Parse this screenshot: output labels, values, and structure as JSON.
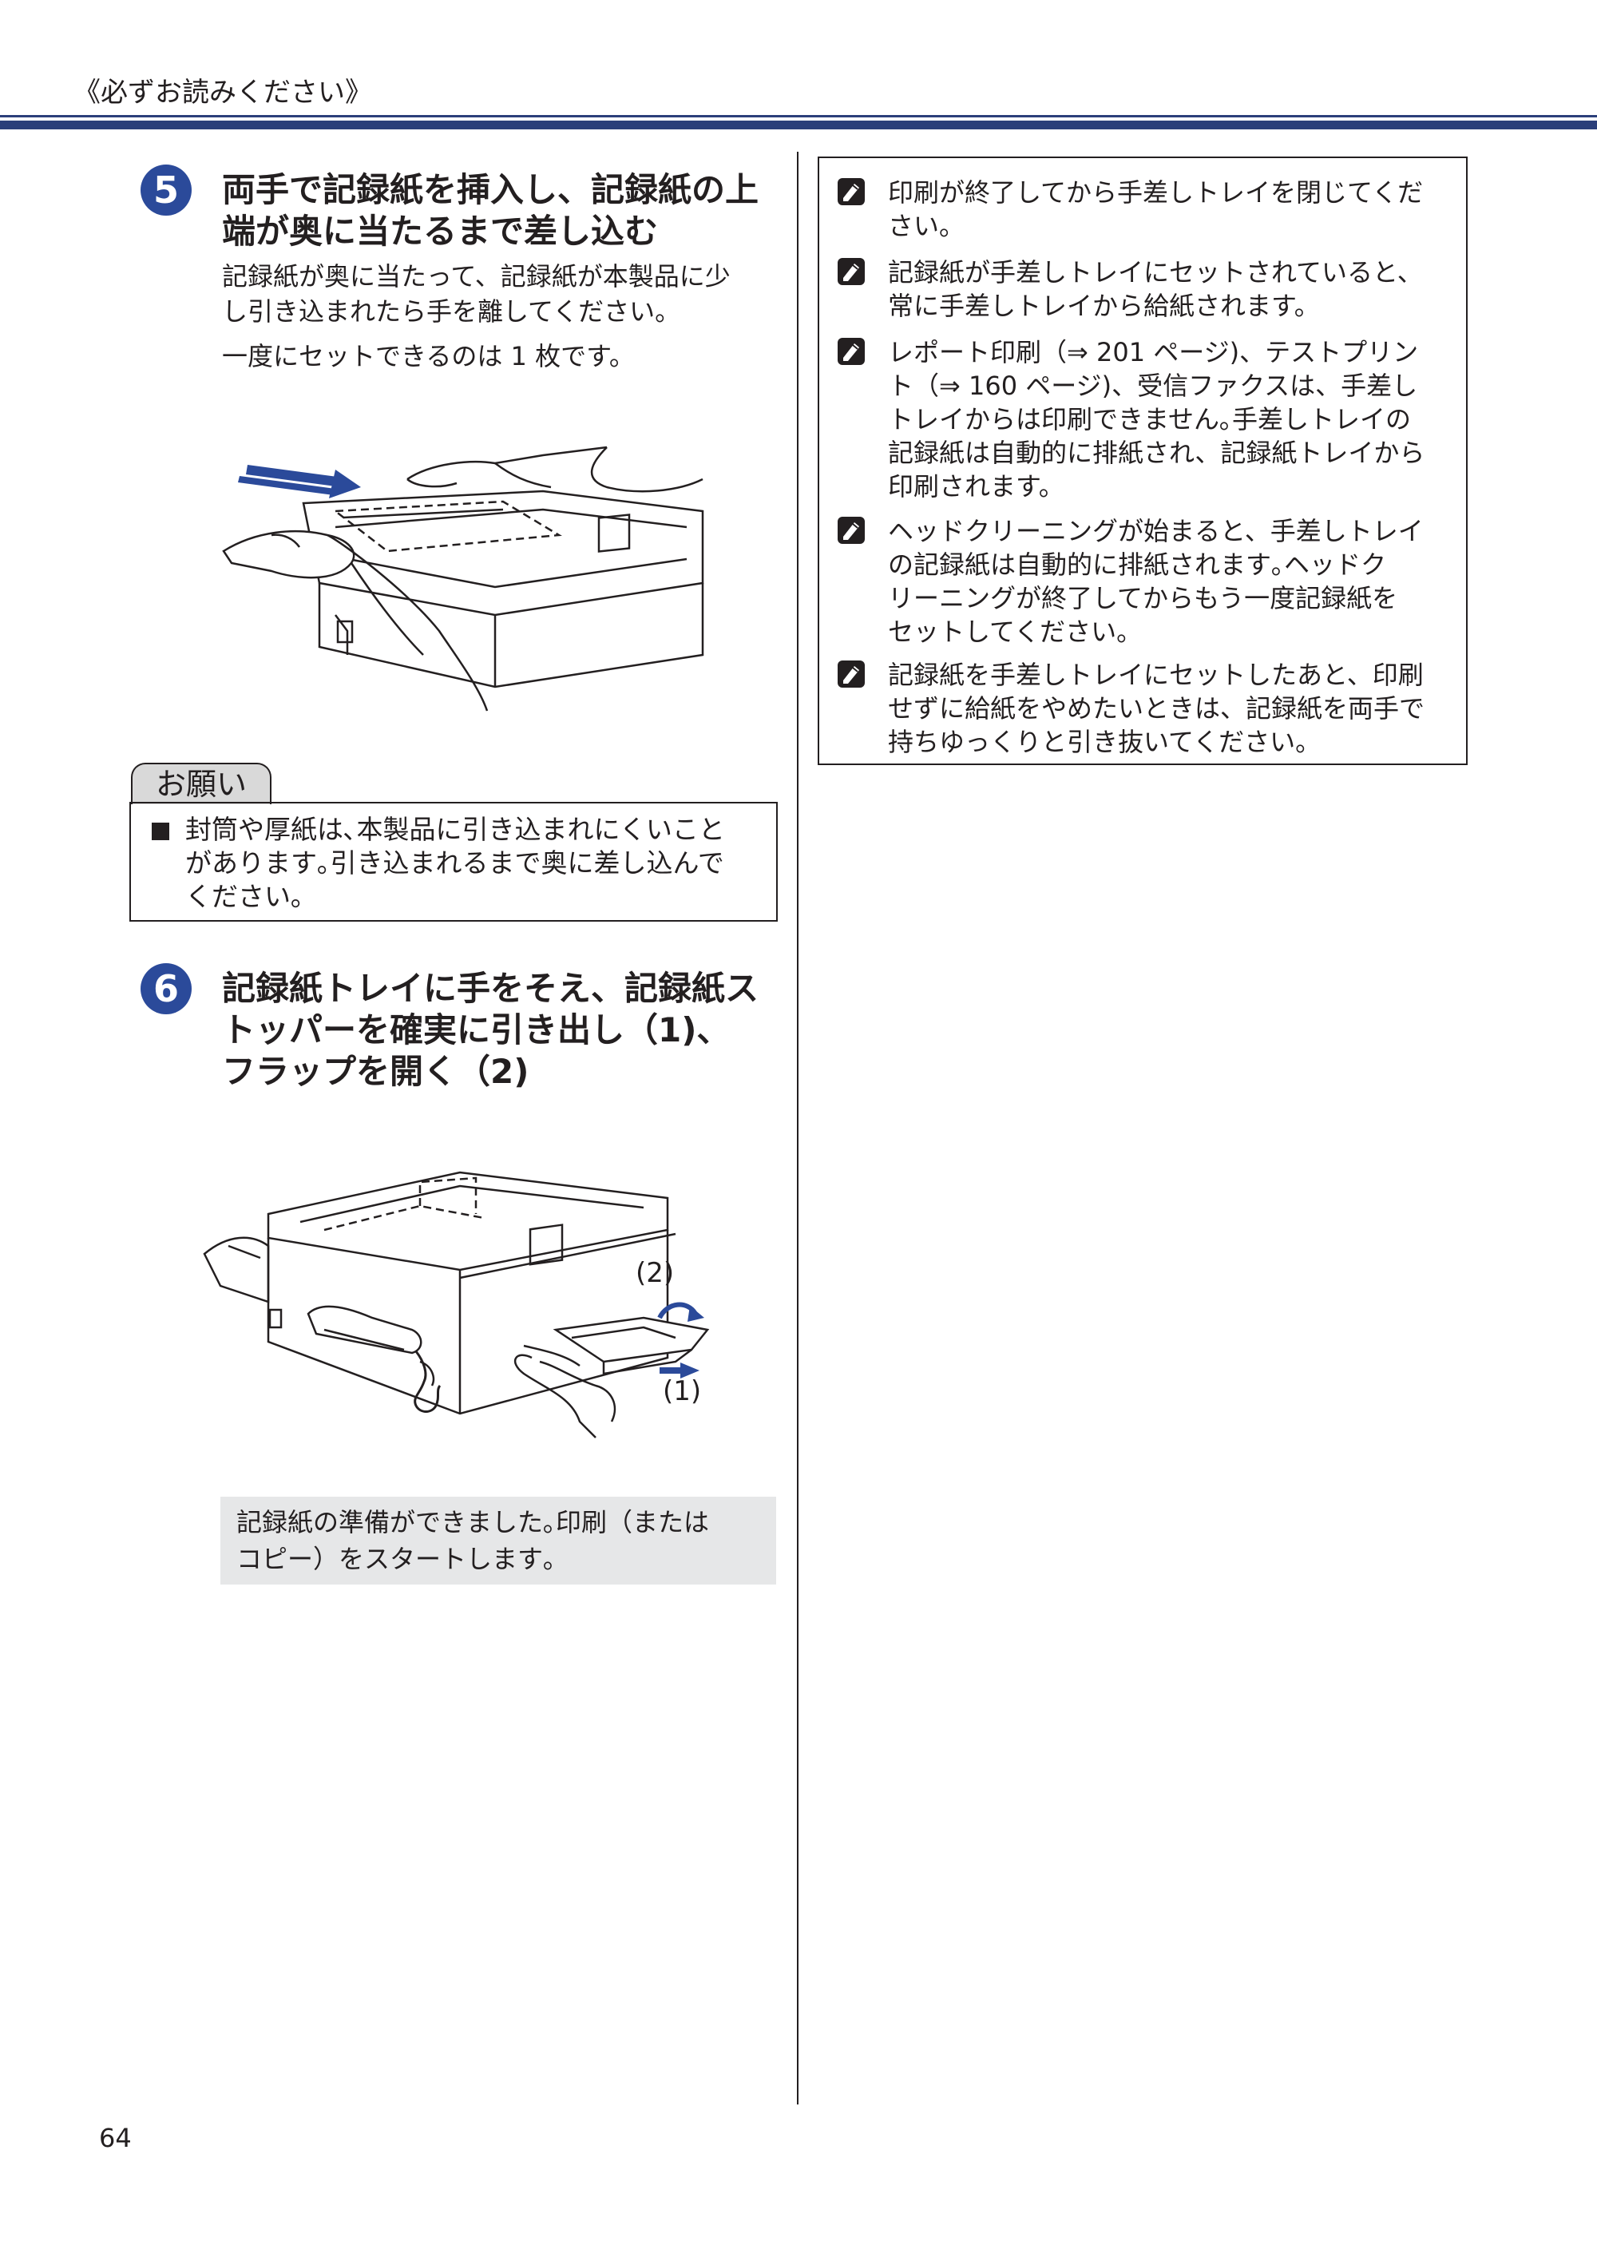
{
  "header": {
    "title": "《必ずお読みください》"
  },
  "step5": {
    "number": "5",
    "title_line1": "両手で記録紙を挿入し、記録紙の上",
    "title_line2": "端が奥に当たるまで差し込む",
    "desc_line1": "記録紙が奥に当たって、記録紙が本製品に少",
    "desc_line2": "し引き込まれたら手を離してください。",
    "desc_line3": "一度にセットできるのは 1 枚です。"
  },
  "onegai": {
    "label": "お願い",
    "text_line1": "封筒や厚紙は､本製品に引き込まれにくいこと",
    "text_line2": "があります｡引き込まれるまで奥に差し込んで",
    "text_line3": "ください｡"
  },
  "step6": {
    "number": "6",
    "title_line1": "記録紙トレイに手をそえ、記録紙ス",
    "title_line2": "トッパーを確実に引き出し（1)、",
    "title_line3": "フラップを開く（2)",
    "callout_2": "(2)",
    "callout_1": "(1)"
  },
  "finish": {
    "line1": "記録紙の準備ができました｡印刷（または",
    "line2": "コピー）をスタートします｡"
  },
  "notes": [
    {
      "lines": [
        "印刷が終了してから手差しトレイを閉じてくだ",
        "さい。"
      ]
    },
    {
      "lines": [
        "記録紙が手差しトレイにセットされていると、",
        "常に手差しトレイから給紙されます。"
      ]
    },
    {
      "lines": [
        "レポート印刷（⇒ 201 ページ)、テストプリン",
        "ト（⇒ 160 ページ)、受信ファクスは、手差し",
        "トレイからは印刷できません｡手差しトレイの",
        "記録紙は自動的に排紙され、記録紙トレイから",
        "印刷されます。"
      ]
    },
    {
      "lines": [
        "ヘッドクリーニングが始まると、手差しトレイ",
        "の記録紙は自動的に排紙されます｡ヘッドク",
        "リーニングが終了してからもう一度記録紙を",
        "セットしてください。"
      ]
    },
    {
      "lines": [
        "記録紙を手差しトレイにセットしたあと、印刷",
        "せずに給紙をやめたいときは、記録紙を両手で",
        "持ちゆっくりと引き抜いてください。"
      ]
    }
  ],
  "footer": {
    "page_number": "64"
  },
  "colors": {
    "accent": "#2b4a9a",
    "rule": "#2b3f7a",
    "box_gray": "#e6e7e8",
    "tab_gray": "#d9d9d9"
  }
}
